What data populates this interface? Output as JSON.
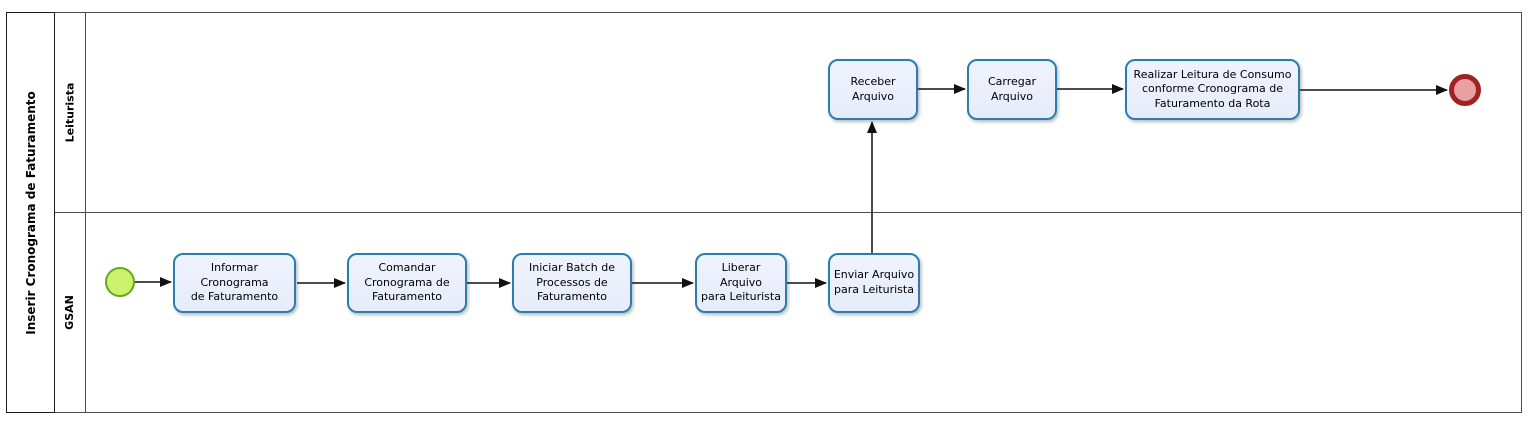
{
  "diagram": {
    "pool_label": "Inserir Cronograma de Faturamento",
    "lanes": [
      {
        "label": "Leiturista"
      },
      {
        "label": "GSAN"
      }
    ],
    "tasks": [
      {
        "id": "informar-cronograma",
        "lane": "GSAN",
        "label": "Informar Cronograma\nde Faturamento"
      },
      {
        "id": "comandar-cronograma",
        "lane": "GSAN",
        "label": "Comandar\nCronograma de\nFaturamento"
      },
      {
        "id": "iniciar-batch",
        "lane": "GSAN",
        "label": "Iniciar Batch de\nProcessos de\nFaturamento"
      },
      {
        "id": "liberar-arquivo",
        "lane": "GSAN",
        "label": "Liberar Arquivo\npara Leiturista"
      },
      {
        "id": "enviar-arquivo",
        "lane": "GSAN",
        "label": "Enviar Arquivo\npara Leiturista"
      },
      {
        "id": "receber-arquivo",
        "lane": "Leiturista",
        "label": "Receber\nArquivo"
      },
      {
        "id": "carregar-arquivo",
        "lane": "Leiturista",
        "label": "Carregar\nArquivo"
      },
      {
        "id": "realizar-leitura",
        "lane": "Leiturista",
        "label": "Realizar Leitura de Consumo\nconforme Cronograma de\nFaturamento da Rota"
      }
    ],
    "events": [
      {
        "type": "start",
        "lane": "GSAN"
      },
      {
        "type": "end",
        "lane": "Leiturista"
      }
    ],
    "flows": [
      {
        "from": "start-event",
        "to": "informar-cronograma"
      },
      {
        "from": "informar-cronograma",
        "to": "comandar-cronograma"
      },
      {
        "from": "comandar-cronograma",
        "to": "iniciar-batch"
      },
      {
        "from": "iniciar-batch",
        "to": "liberar-arquivo"
      },
      {
        "from": "liberar-arquivo",
        "to": "enviar-arquivo"
      },
      {
        "from": "enviar-arquivo",
        "to": "receber-arquivo"
      },
      {
        "from": "receber-arquivo",
        "to": "carregar-arquivo"
      },
      {
        "from": "carregar-arquivo",
        "to": "realizar-leitura"
      },
      {
        "from": "realizar-leitura",
        "to": "end-event"
      }
    ],
    "colors": {
      "task_fill": "#e9effb",
      "task_border": "#2a7eae",
      "start_event_fill": "#cdf26d",
      "start_event_border": "#64a823",
      "end_event_fill": "#e9a0a2",
      "end_event_border": "#a02222",
      "connector": "#111111",
      "lane_border": "#4d4d4d"
    }
  }
}
